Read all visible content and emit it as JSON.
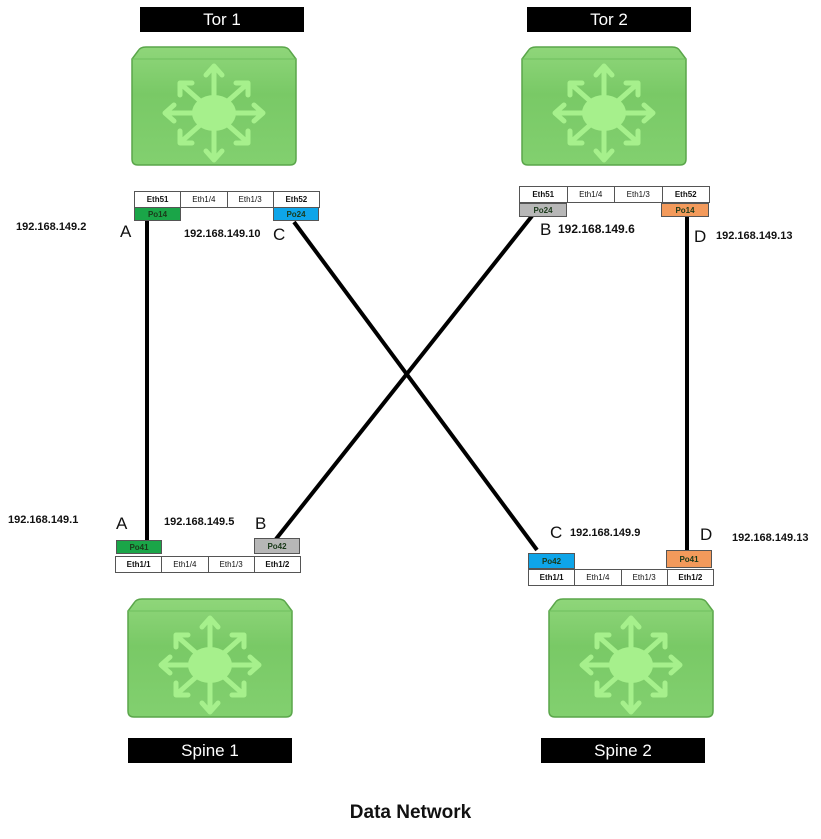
{
  "caption": "Data Network",
  "colors": {
    "green": "#1aa548",
    "blue": "#0ea5e9",
    "gray": "#b7b7b7",
    "orange": "#f39a5b",
    "switch_body": "#7fcf6c",
    "link": "#000000"
  },
  "devices": {
    "tor1": {
      "name": "Tor 1",
      "ports": [
        "Eth51",
        "Eth1/4",
        "Eth1/3",
        "Eth52"
      ],
      "port_channels": [
        {
          "label": "Po14",
          "color": "green",
          "letter": "A",
          "ip": "192.168.149.2"
        },
        {
          "label": "Po24",
          "color": "blue",
          "letter": "C",
          "ip": "192.168.149.10"
        }
      ]
    },
    "tor2": {
      "name": "Tor 2",
      "ports": [
        "Eth51",
        "Eth1/4",
        "Eth1/3",
        "Eth52"
      ],
      "port_channels": [
        {
          "label": "Po24",
          "color": "gray",
          "letter": "B",
          "ip": "192.168.149.6"
        },
        {
          "label": "Po14",
          "color": "orange",
          "letter": "D",
          "ip": "192.168.149.13"
        }
      ]
    },
    "spine1": {
      "name": "Spine 1",
      "ports": [
        "Eth1/1",
        "Eth1/4",
        "Eth1/3",
        "Eth1/2"
      ],
      "port_channels": [
        {
          "label": "Po41",
          "color": "green",
          "letter": "A",
          "ip": "192.168.149.1"
        },
        {
          "label": "Po42",
          "color": "gray",
          "letter": "B",
          "ip": "192.168.149.5"
        }
      ]
    },
    "spine2": {
      "name": "Spine 2",
      "ports": [
        "Eth1/1",
        "Eth1/4",
        "Eth1/3",
        "Eth1/2"
      ],
      "port_channels": [
        {
          "label": "Po42",
          "color": "blue",
          "letter": "C",
          "ip": "192.168.149.9"
        },
        {
          "label": "Po41",
          "color": "orange",
          "letter": "D",
          "ip": "192.168.149.13"
        }
      ]
    }
  },
  "links": [
    {
      "id": "A",
      "from": "Tor 1 Po14",
      "to": "Spine 1 Po41"
    },
    {
      "id": "B",
      "from": "Tor 2 Po24",
      "to": "Spine 1 Po42"
    },
    {
      "id": "C",
      "from": "Tor 1 Po24",
      "to": "Spine 2 Po42"
    },
    {
      "id": "D",
      "from": "Tor 2 Po14",
      "to": "Spine 2 Po41"
    }
  ]
}
